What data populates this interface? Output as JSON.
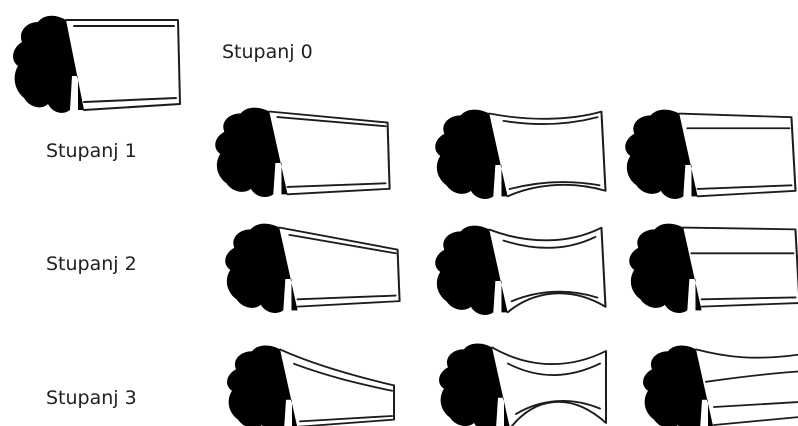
{
  "diagram": {
    "grade_labels": [
      "Stupanj 0",
      "Stupanj 1",
      "Stupanj 2",
      "Stupanj 3"
    ],
    "line_color": "#1c1c1c",
    "rows": [
      {
        "grade_label_index": 0,
        "vertebrae": [
          {
            "deformity": "normal"
          }
        ]
      },
      {
        "grade_label_index": 1,
        "vertebrae": [
          {
            "deformity": "wedge"
          },
          {
            "deformity": "biconcave"
          },
          {
            "deformity": "crush"
          }
        ]
      },
      {
        "grade_label_index": 2,
        "vertebrae": [
          {
            "deformity": "wedge"
          },
          {
            "deformity": "biconcave"
          },
          {
            "deformity": "crush"
          }
        ]
      },
      {
        "grade_label_index": 3,
        "vertebrae": [
          {
            "deformity": "wedge"
          },
          {
            "deformity": "biconcave"
          },
          {
            "deformity": "crush"
          }
        ]
      }
    ]
  }
}
